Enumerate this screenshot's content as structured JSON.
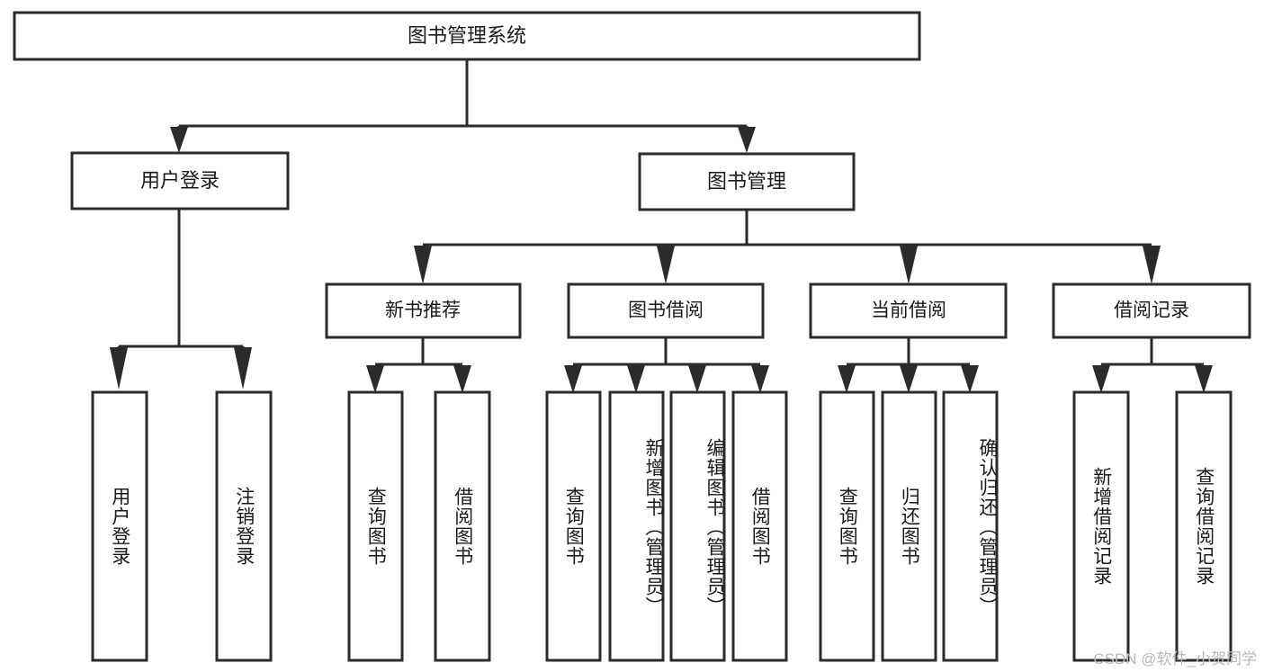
{
  "diagram": {
    "type": "tree-hierarchy",
    "title": "图书管理系统",
    "root": {
      "label": "图书管理系统"
    },
    "level2": [
      {
        "id": "user-login",
        "label": "用户登录"
      },
      {
        "id": "book-management",
        "label": "图书管理"
      }
    ],
    "level3": [
      {
        "id": "new-book-recommend",
        "label": "新书推荐",
        "parent": "book-management"
      },
      {
        "id": "book-borrow",
        "label": "图书借阅",
        "parent": "book-management"
      },
      {
        "id": "current-borrow",
        "label": "当前借阅",
        "parent": "book-management"
      },
      {
        "id": "borrow-record",
        "label": "借阅记录",
        "parent": "book-management"
      }
    ],
    "leaves": [
      {
        "id": "leaf-user-login",
        "label": "用户登录",
        "parent": "user-login"
      },
      {
        "id": "leaf-logout-login",
        "label": "注销登录",
        "parent": "user-login"
      },
      {
        "id": "leaf-query-book-1",
        "label": "查询图书",
        "parent": "new-book-recommend"
      },
      {
        "id": "leaf-borrow-book-1",
        "label": "借阅图书",
        "parent": "new-book-recommend"
      },
      {
        "id": "leaf-query-book-2",
        "label": "查询图书",
        "parent": "book-borrow"
      },
      {
        "id": "leaf-add-book",
        "label": "新增图书（管理员）",
        "parent": "book-borrow"
      },
      {
        "id": "leaf-edit-book",
        "label": "编辑图书（管理员）",
        "parent": "book-borrow"
      },
      {
        "id": "leaf-borrow-book-2",
        "label": "借阅图书",
        "parent": "book-borrow"
      },
      {
        "id": "leaf-query-book-3",
        "label": "查询图书",
        "parent": "current-borrow"
      },
      {
        "id": "leaf-return-book",
        "label": "归还图书",
        "parent": "current-borrow"
      },
      {
        "id": "leaf-confirm-return",
        "label": "确认归还（管理员）",
        "parent": "current-borrow"
      },
      {
        "id": "leaf-add-record",
        "label": "新增借阅记录",
        "parent": "borrow-record"
      },
      {
        "id": "leaf-query-record",
        "label": "查询借阅记录",
        "parent": "borrow-record"
      }
    ],
    "colors": {
      "box_fill": "#ffffff",
      "box_stroke": "#2b2b2b",
      "connector": "#2b2b2b",
      "text": "#1a1a1a",
      "watermark": "#b9b9b9",
      "background": "#ffffff"
    }
  },
  "watermark": {
    "text": "CSDN @软件_小贺同学"
  }
}
